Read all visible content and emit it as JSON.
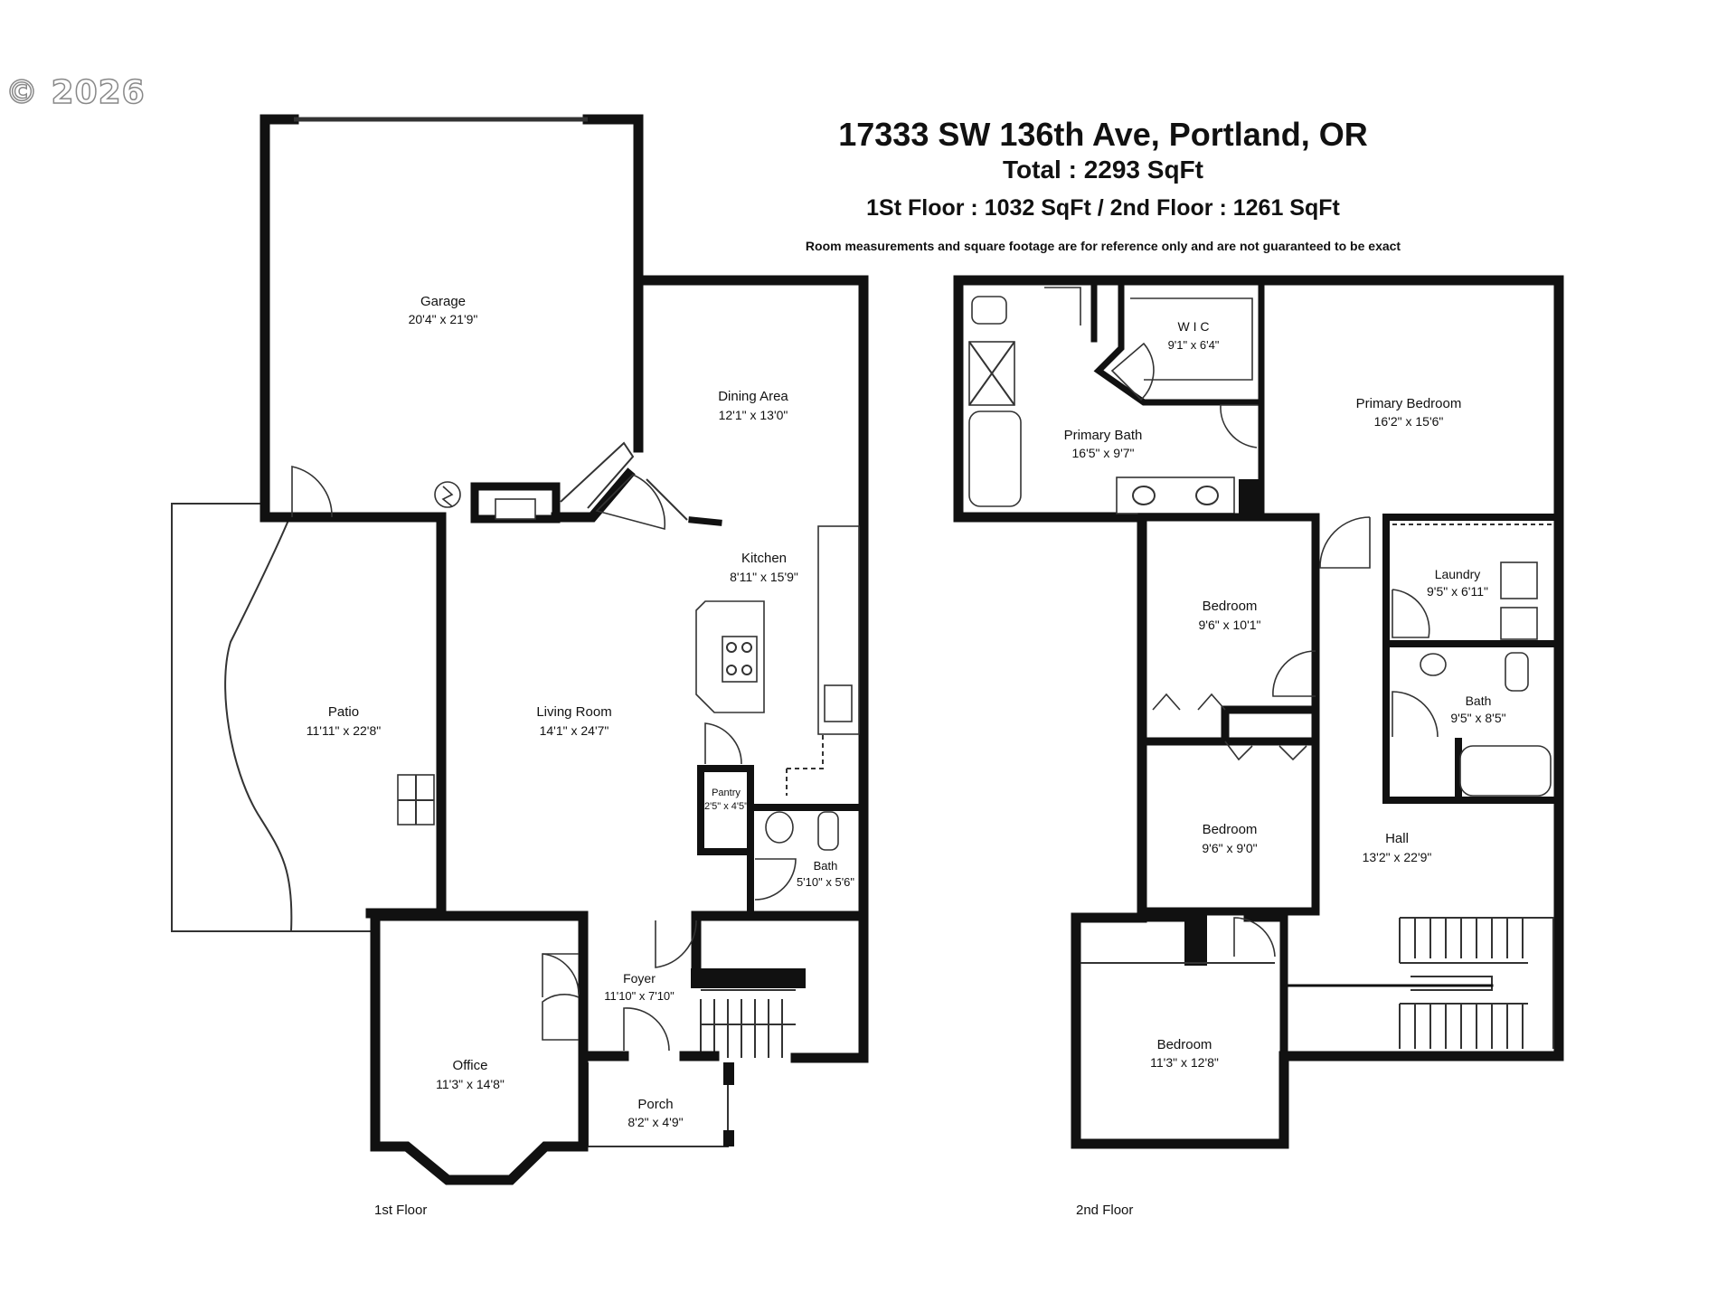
{
  "copyright": "© 2026",
  "header": {
    "address": "17333 SW 136th Ave, Portland, OR",
    "total": "Total : 2293 SqFt",
    "floors": "1St Floor : 1032 SqFt / 2nd Floor : 1261 SqFt",
    "disclaimer": "Room measurements and square footage are for reference only and are not guaranteed to be exact"
  },
  "floor_labels": {
    "first": "1st Floor",
    "second": "2nd Floor"
  },
  "rooms": {
    "garage": {
      "name": "Garage",
      "dim": "20'4\" x 21'9\""
    },
    "dining": {
      "name": "Dining Area",
      "dim": "12'1\" x 13'0\""
    },
    "kitchen": {
      "name": "Kitchen",
      "dim": "8'11\" x 15'9\""
    },
    "patio": {
      "name": "Patio",
      "dim": "11'11\" x 22'8\""
    },
    "living": {
      "name": "Living Room",
      "dim": "14'1\" x 24'7\""
    },
    "pantry": {
      "name": "Pantry",
      "dim": "2'5\" x 4'5\""
    },
    "bath1": {
      "name": "Bath",
      "dim": "5'10\" x 5'6\""
    },
    "foyer": {
      "name": "Foyer",
      "dim": "11'10\" x 7'10\""
    },
    "office": {
      "name": "Office",
      "dim": "11'3\" x 14'8\""
    },
    "porch": {
      "name": "Porch",
      "dim": "8'2\" x 4'9\""
    },
    "wic": {
      "name": "W I C",
      "dim": "9'1\" x 6'4\""
    },
    "primary_bath": {
      "name": "Primary Bath",
      "dim": "16'5\" x 9'7\""
    },
    "primary_bed": {
      "name": "Primary Bedroom",
      "dim": "16'2\" x 15'6\""
    },
    "bed_a": {
      "name": "Bedroom",
      "dim": "9'6\" x 10'1\""
    },
    "laundry": {
      "name": "Laundry",
      "dim": "9'5\" x 6'11\""
    },
    "bath2": {
      "name": "Bath",
      "dim": "9'5\" x 8'5\""
    },
    "bed_b": {
      "name": "Bedroom",
      "dim": "9'6\" x 9'0\""
    },
    "hall": {
      "name": "Hall",
      "dim": "13'2\" x 22'9\""
    },
    "bed_c": {
      "name": "Bedroom",
      "dim": "11'3\" x 12'8\""
    }
  }
}
